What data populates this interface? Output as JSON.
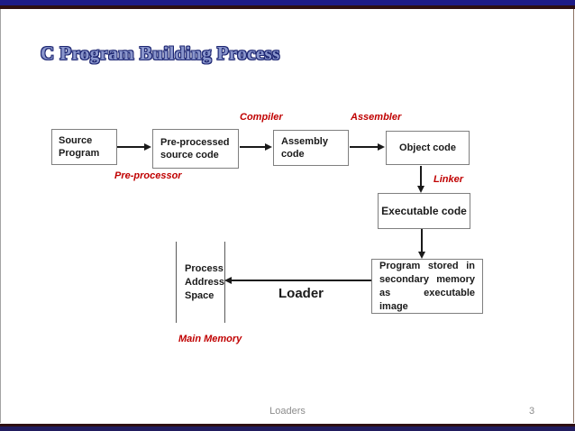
{
  "slide": {
    "title": "C Program Building Process",
    "footer": {
      "text": "Loaders",
      "page_number": "3"
    }
  },
  "colors": {
    "accent_navy": "#1e1b87",
    "accent_maroon": "#2e0f12",
    "title_fill": "#8a96cc",
    "title_outline": "#1d2672",
    "stage_label_red": "#c00000",
    "box_border_gray": "#7f7f7f",
    "footer_gray": "#8c8c8c"
  },
  "diagram": {
    "boxes": [
      {
        "id": "source-program",
        "label": "Source Program"
      },
      {
        "id": "preprocessed-source-code",
        "label": "Pre-processed source code"
      },
      {
        "id": "assembly-code",
        "label": "Assembly code"
      },
      {
        "id": "object-code",
        "label": "Object code"
      },
      {
        "id": "executable-code",
        "label": "Executable code"
      },
      {
        "id": "program-stored",
        "label": "Program stored in secondary memory as executable image"
      }
    ],
    "stage_labels": [
      {
        "id": "compiler",
        "label": "Compiler"
      },
      {
        "id": "assembler",
        "label": "Assembler"
      },
      {
        "id": "pre-processor",
        "label": "Pre-processor"
      },
      {
        "id": "linker",
        "label": "Linker"
      },
      {
        "id": "main-memory",
        "label": "Main Memory"
      }
    ],
    "loader_label": "Loader",
    "memory_frame_label": "Process Address Space"
  }
}
